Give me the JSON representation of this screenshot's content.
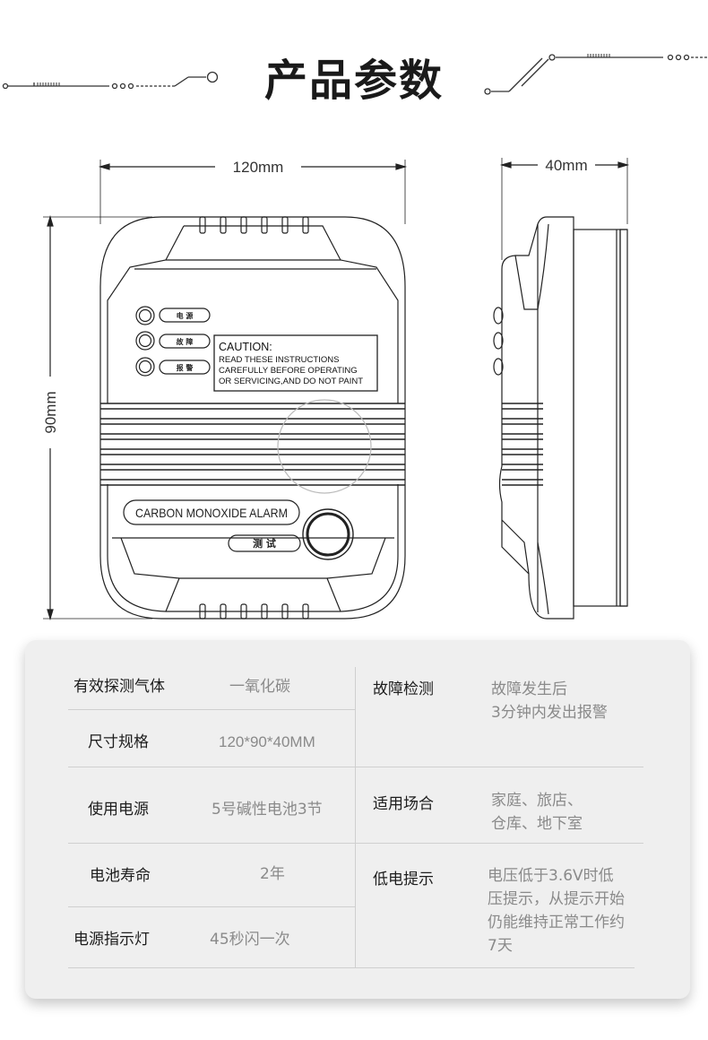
{
  "header": {
    "title": "产品参数"
  },
  "dimensions": {
    "width": "120mm",
    "height": "90mm",
    "depth": "40mm"
  },
  "device": {
    "led_labels": [
      "电 源",
      "故 障",
      "报 警"
    ],
    "caution_title": "CAUTION:",
    "caution_lines": [
      "READ THESE INSTRUCTIONS",
      "CAREFULLY BEFORE OPERATING",
      "OR SERVICING,AND DO NOT PAINT"
    ],
    "product_name": "CARBON MONOXIDE ALARM",
    "test_label": "测 试"
  },
  "specs": {
    "gas_label": "有效探测气体",
    "gas_value": "一氧化碳",
    "size_label": "尺寸规格",
    "size_value": "120*90*40MM",
    "power_label": "使用电源",
    "power_value": "5号碱性电池3节",
    "battery_label": "电池寿命",
    "battery_value": "2年",
    "indicator_label": "电源指示灯",
    "indicator_value": "45秒闪一次",
    "fault_label": "故障检测",
    "fault_value": [
      "故障发生后",
      "3分钟内发出报警"
    ],
    "usage_label": "适用场合",
    "usage_value": [
      "家庭、旅店、",
      "仓库、地下室"
    ],
    "lowpower_label": "低电提示",
    "lowpower_value": [
      "电压低于3.6V时低",
      "压提示，从提示开始",
      "仍能维持正常工作约",
      "7天"
    ]
  }
}
